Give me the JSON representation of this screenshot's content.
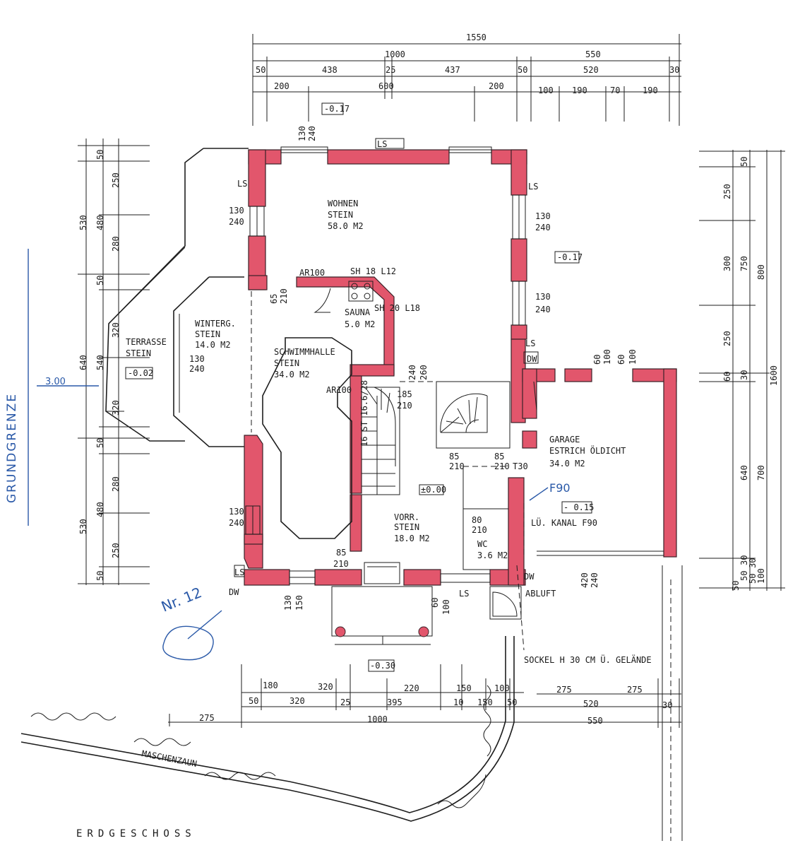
{
  "title": "ERDGESCHOSS",
  "rooms": {
    "wohnen": {
      "name": "WOHNEN",
      "material": "STEIN",
      "area": "58.0 M2"
    },
    "sauna": {
      "name": "SAUNA",
      "area": "5.0 M2"
    },
    "winterg": {
      "name": "WINTERG.",
      "material": "STEIN",
      "area": "14.0 M2"
    },
    "terrasse": {
      "name": "TERRASSE",
      "material": "STEIN"
    },
    "schwimmhalle": {
      "name": "SCHWIMMHALLE",
      "material": "STEIN",
      "area": "34.0 M2"
    },
    "vorr": {
      "name": "VORR.",
      "material": "STEIN",
      "area": "18.0 M2"
    },
    "wc": {
      "name": "WC",
      "area": "3.6 M2"
    },
    "garage": {
      "name": "GARAGE",
      "material": "ESTRICH ÖLDICHT",
      "area": "34.0 M2"
    }
  },
  "levels": {
    "top": "-0.17",
    "right": "-0.17",
    "terrasse": "-0.02",
    "vorr": "±0.00",
    "garage": "- 0.15",
    "entrance": "-0.30"
  },
  "notes": {
    "ar100_top": "AR100",
    "ar100_mid": "AR100",
    "sh18": "SH 18 L12",
    "sh20": "SH 20 L18",
    "lu_kanal": "LÜ. KANAL F90",
    "abluft": "ABLUFT",
    "sockel": "SOCKEL  H 30 CM  Ü. GELÄNDE",
    "zaun": "MASCHENZAUN",
    "dw_left": "DW",
    "dw_right": "DW",
    "dw_garage": "DW"
  },
  "ls_labels": [
    "LS",
    "LS",
    "LS",
    "LS",
    "LS",
    "LS"
  ],
  "openings": {
    "o_130_240_a": "130",
    "o_130_240_a2": "240",
    "o_130_240_b": "130",
    "o_130_240_b2": "240",
    "o_130_240_c": "130",
    "o_130_240_c2": "240",
    "o_130_240_d": "130",
    "o_130_240_d2": "240",
    "o_130_240_e": "130",
    "o_130_240_e2": "240",
    "o_130_240_f": "130",
    "o_130_240_f2": "240",
    "o_65": "65",
    "o_65b": "210",
    "o_185": "185",
    "o_185b": "210",
    "o_85a": "85",
    "o_85a2": "210",
    "o_85b": "85",
    "o_85b2": "210",
    "o_t30": "T30",
    "o_80": "80",
    "o_80b": "210",
    "o_85c": "85",
    "o_85c2": "210",
    "o_130_150": "130",
    "o_130_150b": "150",
    "o_60_100a": "60",
    "o_60_100a2": "100",
    "o_60_100b": "60",
    "o_60_100b2": "100",
    "o_60_100c": "60",
    "o_60_100c2": "100",
    "o_420": "420",
    "o_420b": "240",
    "o_240_260": "260",
    "o_240_260b": "240",
    "o_stair": "16 ST 16.6/28"
  },
  "dims_top": {
    "total": "1550",
    "main": "1000",
    "right": "550",
    "d50a": "50",
    "d438": "438",
    "d25": "25",
    "d437": "437",
    "d50b": "50",
    "d520": "520",
    "d30": "30",
    "d200a": "200",
    "d600": "600",
    "d200b": "200",
    "d100": "100",
    "d190a": "190",
    "d70": "70",
    "d190b": "190"
  },
  "dims_bottom": {
    "d180": "180",
    "d320a": "320",
    "d220": "220",
    "d150a": "150",
    "d100": "100",
    "d275a": "275",
    "d275b": "275",
    "d50": "50",
    "d320b": "320",
    "d25": "25",
    "d395": "395",
    "d10": "10",
    "d150b": "150",
    "d50b": "50",
    "d520": "520",
    "d30": "30",
    "d275c": "275",
    "d1000": "1000",
    "d550": "550"
  },
  "dims_left": [
    "50",
    "250",
    "480",
    "530",
    "280",
    "50",
    "320",
    "640",
    "540",
    "320",
    "50",
    "280",
    "480",
    "530",
    "250",
    "50"
  ],
  "dims_right": [
    "50",
    "250",
    "300",
    "750",
    "800",
    "250",
    "30",
    "60",
    "1600",
    "640",
    "700",
    "30",
    "50",
    "30",
    "50",
    "100",
    "50"
  ],
  "handwritten": {
    "grenze": "GRUNDGRENZE",
    "distance": "3.00",
    "f90": "F90",
    "nr": "Nr. 12"
  }
}
